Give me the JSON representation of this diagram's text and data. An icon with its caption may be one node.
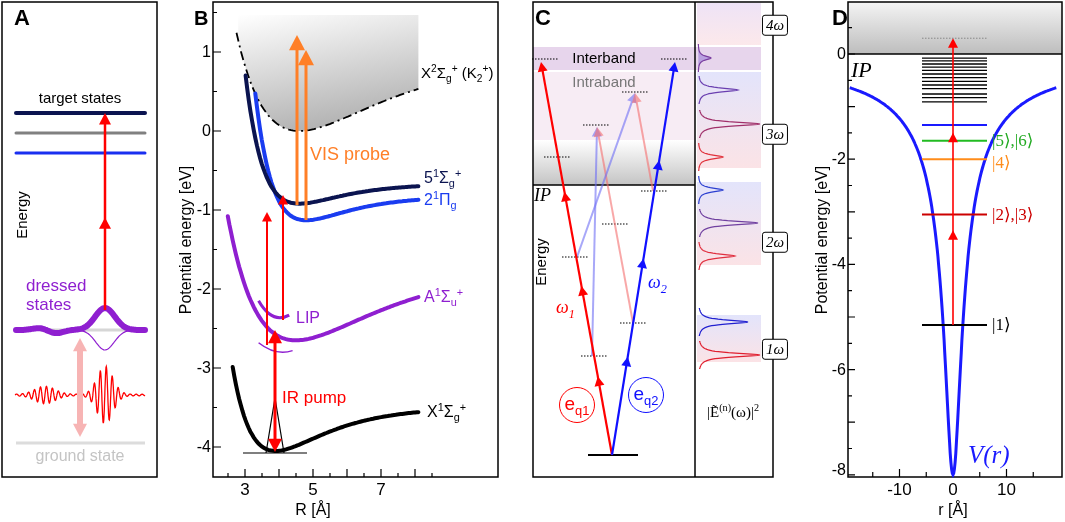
{
  "diagram": {
    "labels": [
      "A",
      "target states",
      "Energy",
      "dressed states",
      "ground state",
      "B",
      "1",
      "0",
      "-1",
      "-2",
      "-3",
      "-4",
      "Potential energy [eV]",
      "X$^{2}$Σ$_{g}$$^{+}$ (K$_{2}$$^{+}$)",
      "VIS probe",
      "5$^{1}$Σ$_{g}$$^{+}$",
      "2$^{1}$Π$_{g}$",
      "A$^{1}$Σ$_{u}$$^{+}$",
      "LIP",
      "IR pump",
      "X$^{1}$Σ$_{g}$$^{+}$",
      "3",
      "5",
      "7",
      "R [Å]",
      "C",
      "Interband",
      "Intraband",
      "IP",
      "Energy",
      "ω$_{1}$",
      "ω$_{2}$",
      "e$_{q1}$",
      "e$_{q2}$",
      "|Ẽ$^{(n)}$(ω)|$^{2}$",
      "4ω",
      "3ω",
      "2ω",
      "1ω",
      "D",
      "0",
      "-2",
      "-4",
      "-6",
      "-8",
      "Potential energy [eV]",
      "IP",
      "|5⟩,|6⟩",
      "|4⟩",
      "|2⟩,|3⟩",
      "|1⟩",
      "V(r)",
      "-10",
      "0",
      "10",
      "r [Å]"
    ]
  }
}
